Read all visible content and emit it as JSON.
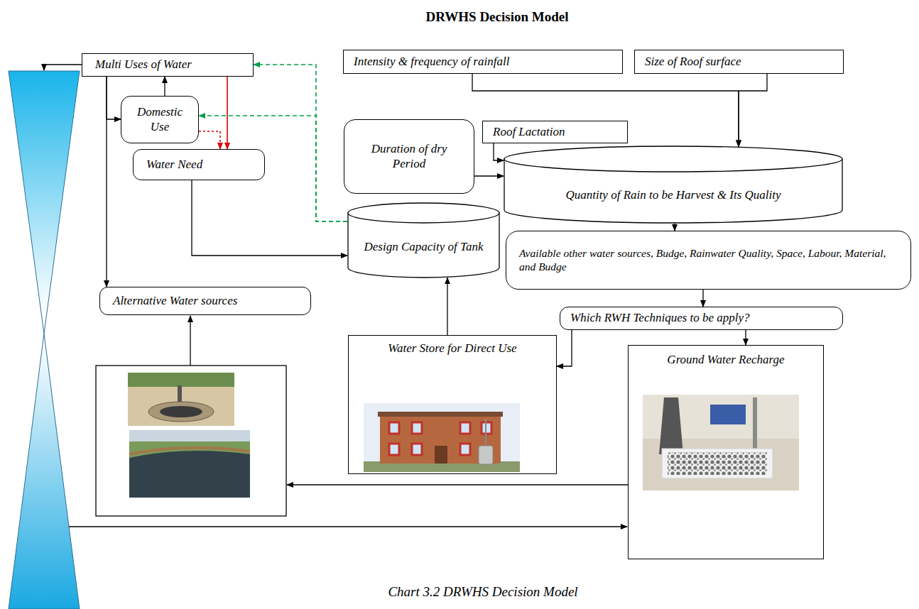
{
  "diagram": {
    "title": "DRWHS Decision Model",
    "caption": "Chart 3.2 DRWHS Decision Model",
    "nodes": [
      {
        "text": [
          "Multi Uses of Water"
        ]
      },
      {
        "text": [
          "Intensity & frequency of rainfall"
        ]
      },
      {
        "text": [
          "Size of Roof surface"
        ]
      },
      {
        "text": [
          "Domestic Use"
        ]
      },
      {
        "text": [
          "Duration of dry Period"
        ]
      },
      {
        "text": [
          "Roof Lactation"
        ]
      },
      {
        "text": [
          "Quantity of Rain to be Harvest & Its Quality"
        ]
      },
      {
        "text": [
          "Water Need"
        ]
      },
      {
        "text": [
          "Design Capacity of Tank"
        ]
      },
      {
        "text": [
          "Available other water sources, Budge, Rainwater Quality, Space, Labour, Material, and Budge"
        ]
      },
      {
        "text": [
          "Alternative Water sources"
        ]
      },
      {
        "text": [
          "Water Store for Direct Use"
        ]
      },
      {
        "text": [
          "Which RWH Techniques to be apply?"
        ]
      },
      {
        "text": [
          "Ground Water Recharge"
        ]
      }
    ],
    "edges": [
      {
        "from": 3,
        "to": 0,
        "arrow": "to"
      },
      {
        "from": 0,
        "to": 3,
        "arrow": "to"
      },
      {
        "from": 0,
        "to": 10,
        "arrow": "to"
      },
      {
        "from": 0,
        "to": 7,
        "arrow": "to"
      },
      {
        "from": 3,
        "to": 7,
        "arrow": "to"
      },
      {
        "from": 7,
        "to": 8,
        "arrow": "to"
      },
      {
        "from": 8,
        "to": 3,
        "arrow": "to"
      },
      {
        "from": 8,
        "to": 0,
        "arrow": "to"
      },
      {
        "from": 1,
        "to": 6,
        "arrow": "to"
      },
      {
        "from": 2,
        "to": 6,
        "arrow": "to"
      },
      {
        "from": 4,
        "to": 6,
        "arrow": "to"
      },
      {
        "from": 5,
        "to": 6,
        "arrow": "to"
      },
      {
        "from": 6,
        "to": 9,
        "arrow": "to"
      },
      {
        "from": 9,
        "to": 12,
        "arrow": "to"
      },
      {
        "from": 12,
        "to": 11,
        "arrow": "to"
      },
      {
        "from": 12,
        "to": 13,
        "arrow": "to"
      },
      {
        "from": 11,
        "to": 8,
        "arrow": "to"
      }
    ]
  }
}
